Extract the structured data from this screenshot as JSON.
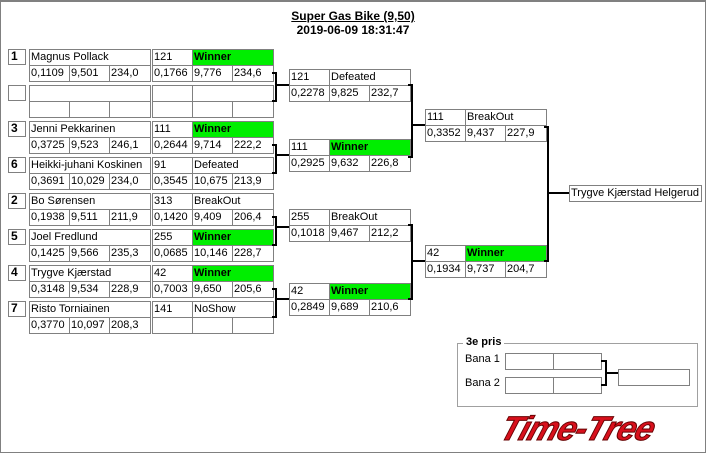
{
  "header": {
    "title": "Super Gas Bike (9,50)",
    "datetime": "2019-06-09 18:31:47"
  },
  "round1": [
    {
      "seed": "1",
      "name": "Magnus Pollack",
      "stats": [
        "0,1109",
        "9,501",
        "234,0"
      ],
      "result": {
        "num": "121",
        "status": "Winner",
        "stats": [
          "0,1766",
          "9,776",
          "234,6"
        ]
      }
    },
    {
      "seed": "",
      "name": "",
      "stats": [
        "",
        "",
        ""
      ],
      "result": {
        "num": "",
        "status": "",
        "stats": [
          "",
          "",
          ""
        ]
      }
    },
    {
      "seed": "3",
      "name": "Jenni Pekkarinen",
      "stats": [
        "0,3725",
        "9,523",
        "246,1"
      ],
      "result": {
        "num": "111",
        "status": "Winner",
        "stats": [
          "0,2644",
          "9,714",
          "222,2"
        ]
      }
    },
    {
      "seed": "6",
      "name": "Heikki-juhani Koskinen",
      "stats": [
        "0,3691",
        "10,029",
        "234,0"
      ],
      "result": {
        "num": "91",
        "status": "Defeated",
        "stats": [
          "0,3545",
          "10,675",
          "213,9"
        ]
      }
    },
    {
      "seed": "2",
      "name": "Bo  Sørensen",
      "stats": [
        "0,1938",
        "9,511",
        "211,9"
      ],
      "result": {
        "num": "313",
        "status": "BreakOut",
        "stats": [
          "0,1420",
          "9,409",
          "206,4"
        ]
      }
    },
    {
      "seed": "5",
      "name": "Joel Fredlund",
      "stats": [
        "0,1425",
        "9,566",
        "235,3"
      ],
      "result": {
        "num": "255",
        "status": "Winner",
        "stats": [
          "0,0685",
          "10,146",
          "228,7"
        ]
      }
    },
    {
      "seed": "4",
      "name": "Trygve Kjærstad",
      "stats": [
        "0,3148",
        "9,534",
        "228,9"
      ],
      "result": {
        "num": "42",
        "status": "Winner",
        "stats": [
          "0,7003",
          "9,650",
          "205,6"
        ]
      }
    },
    {
      "seed": "7",
      "name": "Risto Torniainen",
      "stats": [
        "0,3770",
        "10,097",
        "208,3"
      ],
      "result": {
        "num": "141",
        "status": "NoShow",
        "stats": [
          "",
          "",
          ""
        ]
      }
    }
  ],
  "round2": [
    {
      "num": "121",
      "status": "Defeated",
      "stats": [
        "0,2278",
        "9,825",
        "232,7"
      ]
    },
    {
      "num": "111",
      "status": "Winner",
      "stats": [
        "0,2925",
        "9,632",
        "226,8"
      ]
    },
    {
      "num": "255",
      "status": "BreakOut",
      "stats": [
        "0,1018",
        "9,467",
        "212,2"
      ]
    },
    {
      "num": "42",
      "status": "Winner",
      "stats": [
        "0,2849",
        "9,689",
        "210,6"
      ]
    }
  ],
  "round3": [
    {
      "num": "111",
      "status": "BreakOut",
      "stats": [
        "0,3352",
        "9,437",
        "227,9"
      ]
    },
    {
      "num": "42",
      "status": "Winner",
      "stats": [
        "0,1934",
        "9,737",
        "204,7"
      ]
    }
  ],
  "final": {
    "name": "Trygve Kjærstad Helgerud"
  },
  "third_place": {
    "label": "3e pris",
    "lane1": "Bana 1",
    "lane2": "Bana 2"
  },
  "logo": "Time-Tree",
  "colors": {
    "winner": "#00ee00",
    "logo": "#d8101c"
  }
}
